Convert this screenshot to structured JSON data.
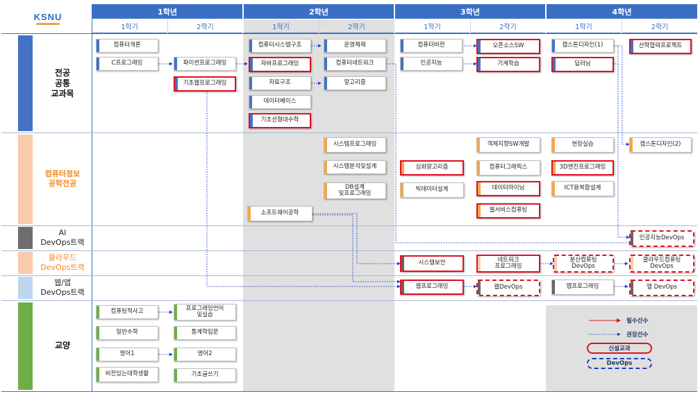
{
  "logo_text": "KSNU",
  "years": [
    "1학년",
    "2학년",
    "3학년",
    "4학년"
  ],
  "semesters": [
    "1학기",
    "2학기",
    "1학기",
    "2학기",
    "1학기",
    "2학기",
    "1학기",
    "2학기"
  ],
  "rows": {
    "common": "전공\n공통\n교과목",
    "cse": "컴퓨터정보\n공학전공",
    "ai": "AI\nDevOps트랙",
    "cloud": "클라우드\nDevOps트랙",
    "web": "웹/앱\nDevOps트랙",
    "liberal": "교양"
  },
  "courses": {
    "c1": "컴퓨터개론",
    "c2": "C프로그래밍",
    "c3": "파이썬프로그래밍",
    "c4": "기초웹프로그래밍",
    "c5": "컴퓨터시스템구조",
    "c6": "자바프로그래밍",
    "c7": "자료구조",
    "c8": "데이터베이스",
    "c9": "기초선형대수학",
    "c10": "운영체제",
    "c11": "컴퓨터네트워크",
    "c12": "알고리즘",
    "c13": "컴퓨터비전",
    "c14": "인공지능",
    "c15": "오픈소스SW",
    "c16": "기계학습",
    "c17": "캡스톤디자인(1)",
    "c18": "딥러닝",
    "c19": "산학협력프로젝트",
    "c20": "시스템프로그래밍",
    "c21": "시스템분석및설계",
    "c22": "DB설계\n및프로그래밍",
    "c23": "소프트웨어공학",
    "c24": "심화알고리즘",
    "c25": "빅데이터설계",
    "c26": "객체지향SW개발",
    "c27": "컴퓨터그래픽스",
    "c28": "데이터마이닝",
    "c29": "웹서비스컴퓨팅",
    "c30": "현장실습",
    "c31": "3D엔진프로그래밍",
    "c32": "ICT융복합설계",
    "c33": "캡스톤디자인(2)",
    "c34": "인공지능DevOps",
    "c35": "시스템보안",
    "c36": "네트워크\n프로그래밍",
    "c37": "분산컴퓨팅\nDevOps",
    "c38": "클라우드컴퓨팅\nDevOps",
    "c39": "웹프로그래밍",
    "c40": "웹DevOps",
    "c41": "앱프로그래밍",
    "c42": "앱 DevOps",
    "c43": "컴퓨팅적사고",
    "c44": "프로그래밍언어\n및실습",
    "c45": "일반수학",
    "c46": "통계학입문",
    "c47": "영어1",
    "c48": "영어2",
    "c49": "비전있는대학생활",
    "c50": "기초글쓰기"
  },
  "legend": {
    "required": "필수선수",
    "recommended": "권장선수",
    "new_course": "신설교과",
    "devops": "DevOps"
  },
  "colors": {
    "header_blue": "#3a6fc4",
    "required_red": "#e01020",
    "recommended_blue": "#1f3cc4",
    "common_bar": "#4472c4",
    "cse_bar": "#f8cbad",
    "ai_bar": "#666666",
    "cloud_bar": "#f8cbad",
    "web_bar": "#bdd7ee",
    "liberal_bar": "#70ad47",
    "cse_text": "#f08a24"
  }
}
